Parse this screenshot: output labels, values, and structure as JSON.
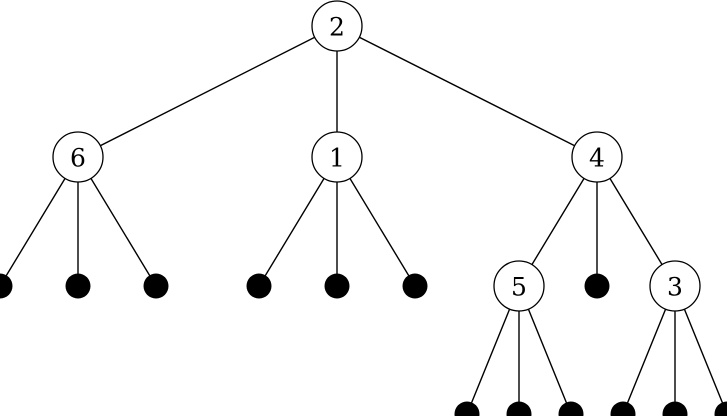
{
  "tree": {
    "colors": {
      "line": "#000000",
      "node_fill": "#ffffff",
      "leaf_fill": "#000000",
      "background": "#ffffff"
    },
    "root": {
      "label": "2",
      "children": [
        {
          "label": "6",
          "children": [
            {
              "leaf": true
            },
            {
              "leaf": true
            },
            {
              "leaf": true
            }
          ]
        },
        {
          "label": "1",
          "children": [
            {
              "leaf": true
            },
            {
              "leaf": true
            },
            {
              "leaf": true
            }
          ]
        },
        {
          "label": "4",
          "children": [
            {
              "label": "5",
              "children": [
                {
                  "leaf": true
                },
                {
                  "leaf": true
                },
                {
                  "leaf": true
                }
              ]
            },
            {
              "leaf": true
            },
            {
              "label": "3",
              "children": [
                {
                  "leaf": true
                },
                {
                  "leaf": true
                },
                {
                  "leaf": true
                }
              ]
            }
          ]
        }
      ]
    }
  }
}
